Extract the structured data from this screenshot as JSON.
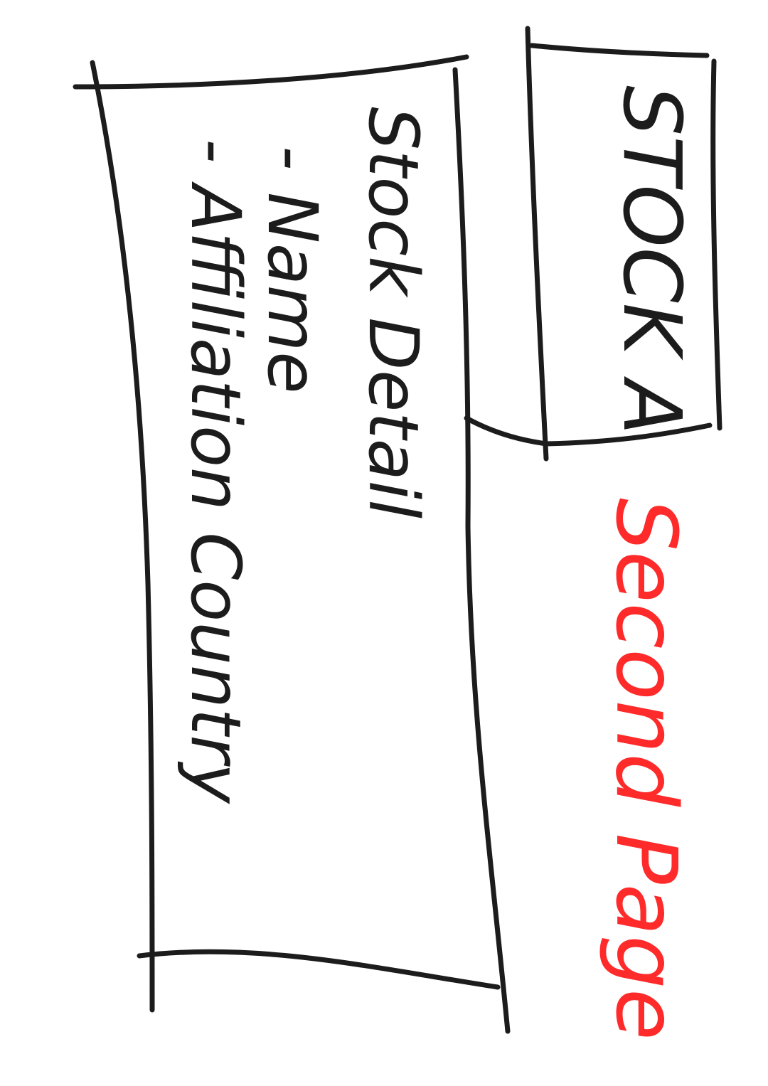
{
  "stock_box": {
    "label": "STOCK A"
  },
  "detail_box": {
    "title": "Stock Detail",
    "items": [
      "- Name",
      "- Affiliation Country"
    ]
  },
  "annotation": {
    "text": "Second Page",
    "color": "#ff2a2a"
  },
  "colors": {
    "ink": "#1c1c1c",
    "background": "#ffffff"
  }
}
